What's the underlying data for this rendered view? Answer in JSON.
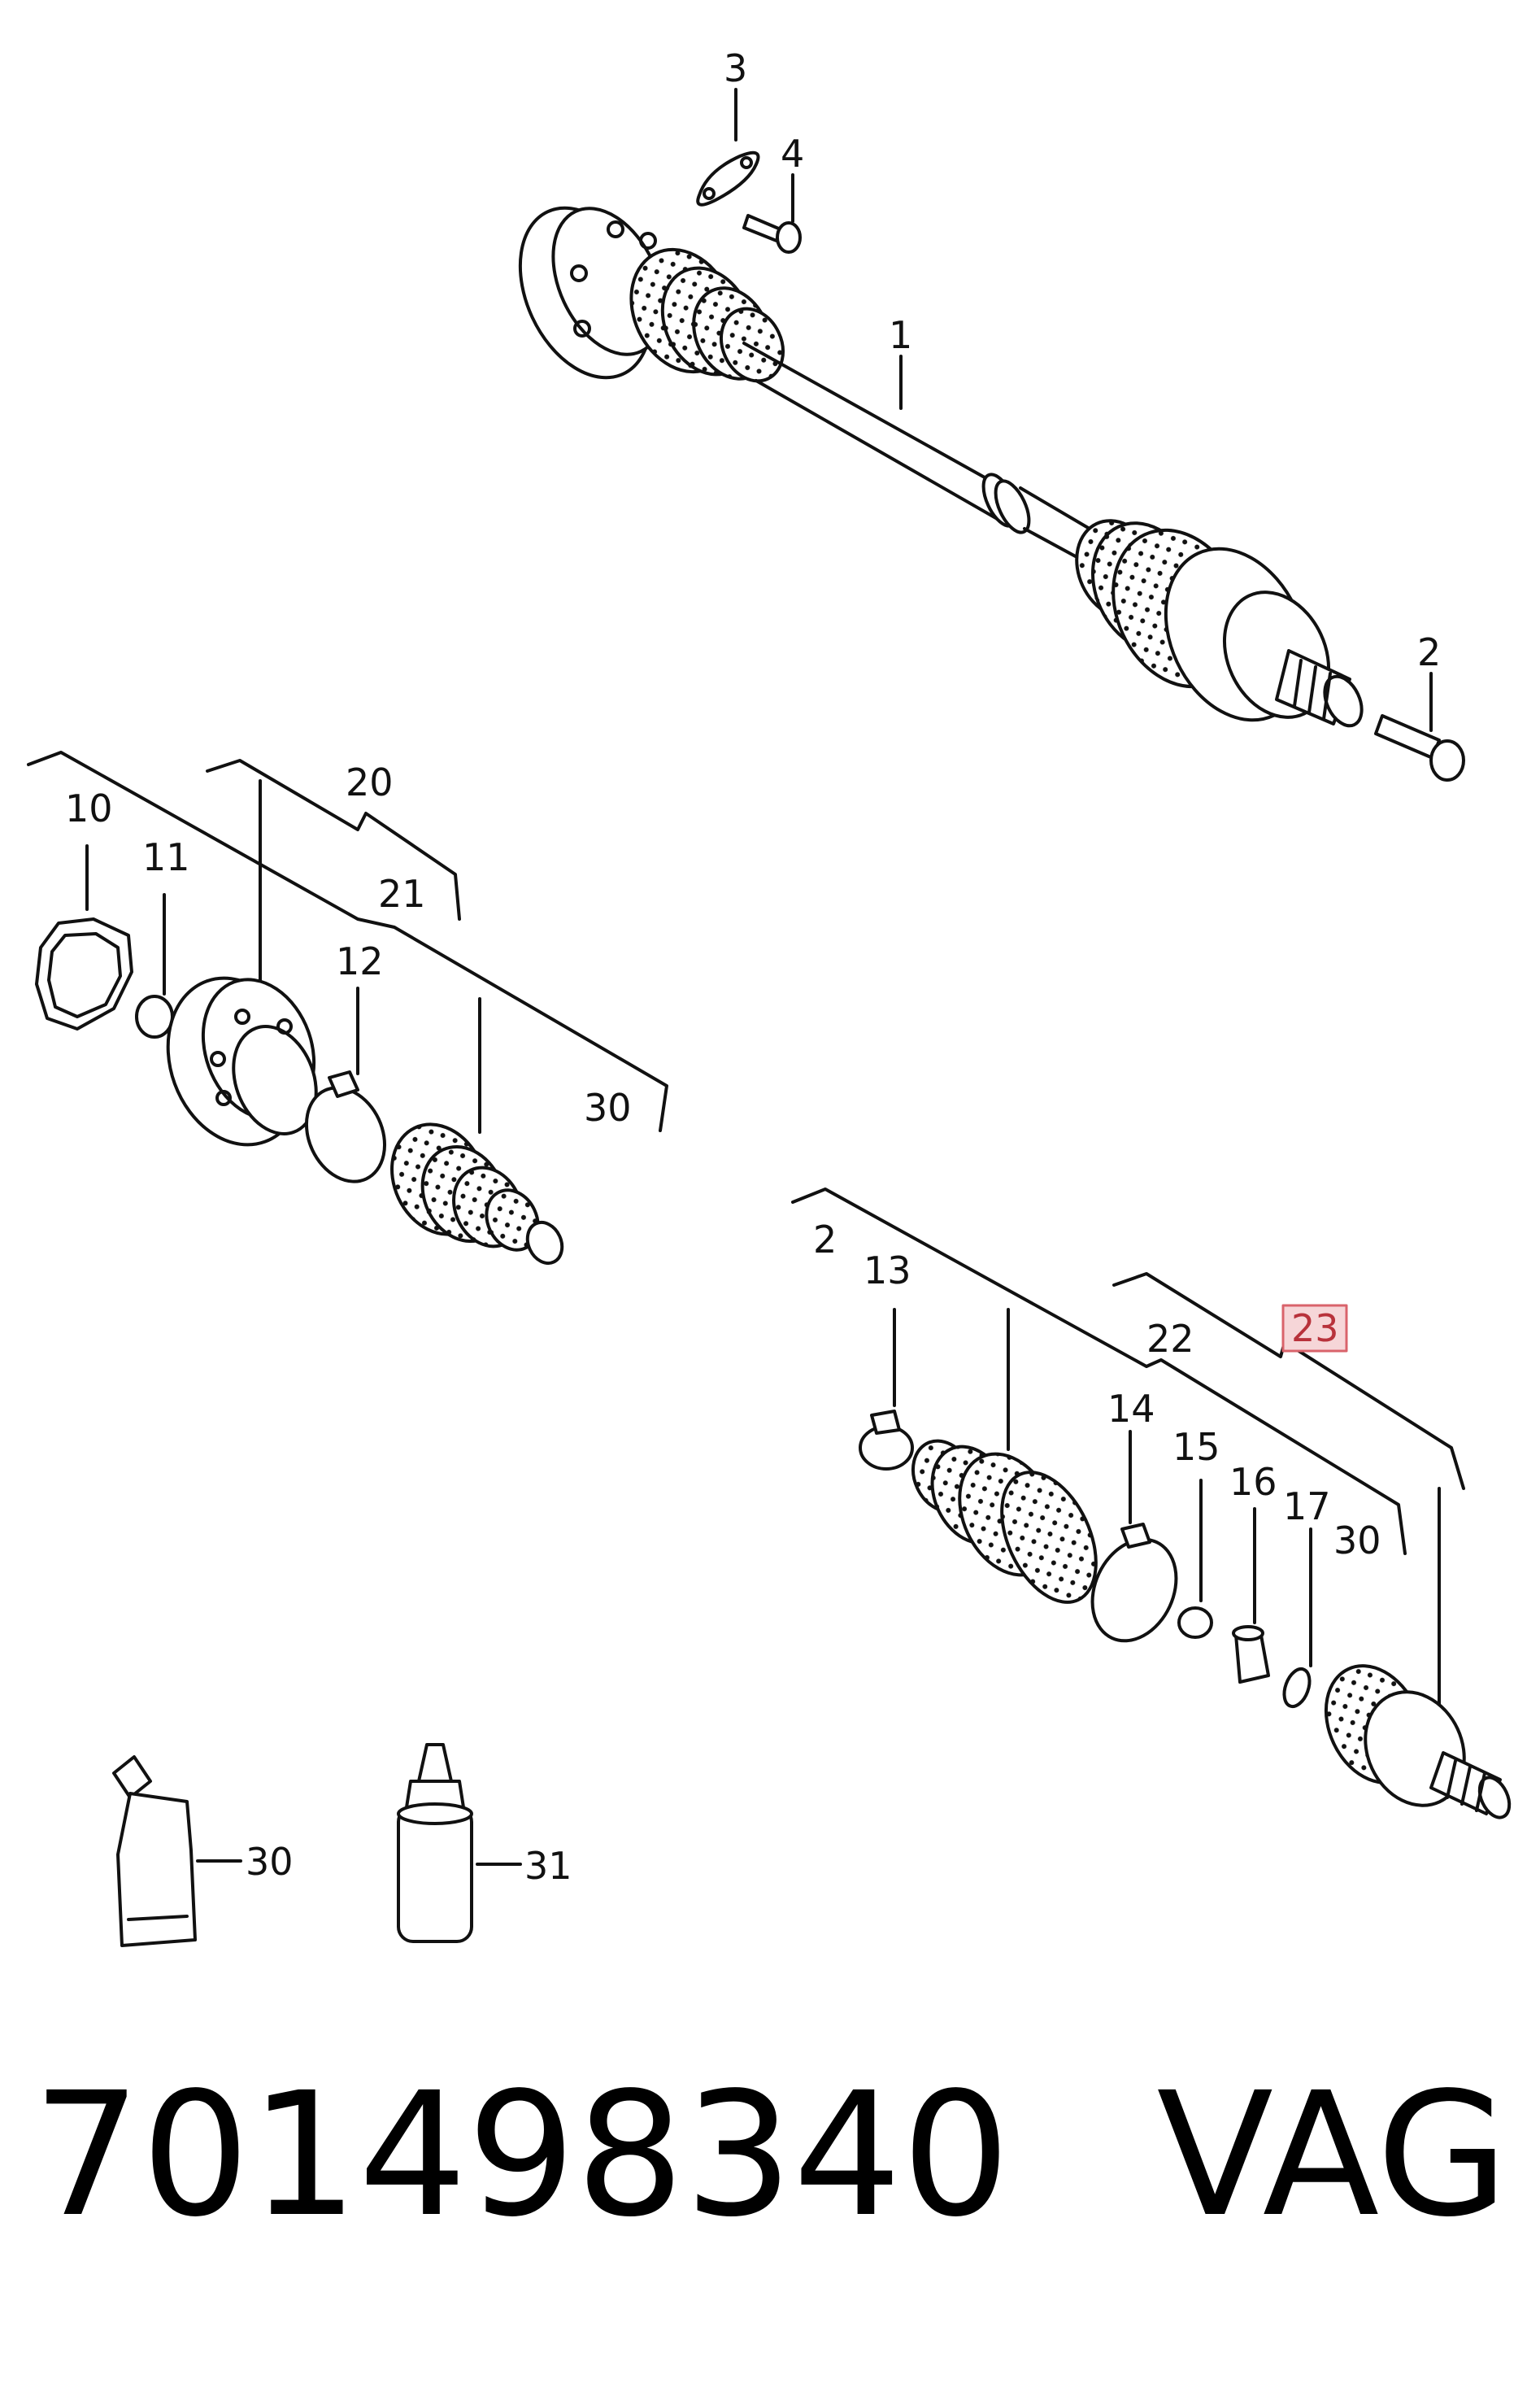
{
  "callouts": {
    "c1": "1",
    "c2_top": "2",
    "c3": "3",
    "c4": "4",
    "c10": "10",
    "c11": "11",
    "c12": "12",
    "c20": "20",
    "c21": "21",
    "c30_mid": "30",
    "c2_kit": "2",
    "c13": "13",
    "c14": "14",
    "c15": "15",
    "c16": "16",
    "c17": "17",
    "c22": "22",
    "c23": "23",
    "c30_kit": "30",
    "c30_tube": "30",
    "c31": "31"
  },
  "highlighted_callout": "23",
  "colors": {
    "line": "#111111",
    "highlight_fill": "#f6d6d8",
    "highlight_border": "#d9636b",
    "highlight_text": "#b8323b"
  },
  "footer": {
    "part_number": "701498340",
    "brand": "VAG"
  }
}
